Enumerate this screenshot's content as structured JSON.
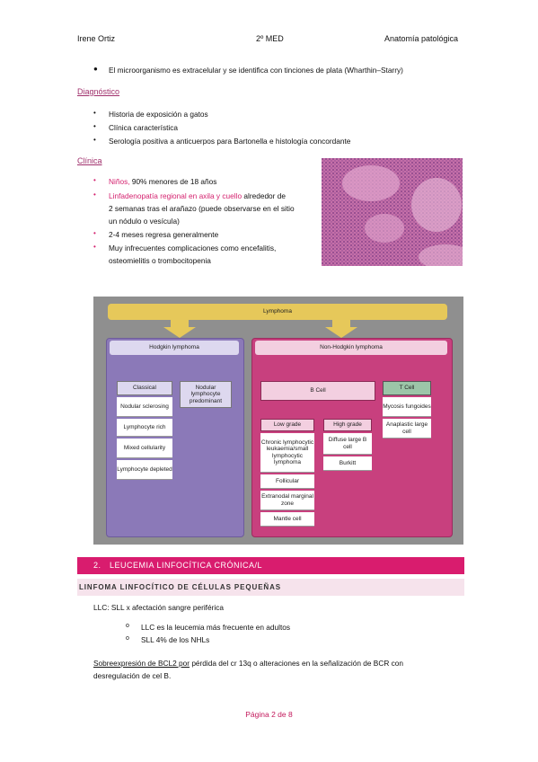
{
  "header": {
    "author": "Irene Ortiz",
    "course": "2º MED",
    "subject": "Anatomía patológica"
  },
  "intro_bullet": "El microorganismo es extracelular y se identifica con tinciones de plata (Wharthin–Starry)",
  "diagnostico": {
    "title": "Diagnóstico",
    "items": [
      "Historia de exposición a gatos",
      "Clínica característica",
      "Serología positiva a anticuerpos para Bartonella e histología concordante"
    ]
  },
  "clinica": {
    "title": "Clínica",
    "item1_pink": "Niños,",
    "item1_rest": " 90% menores de 18 años",
    "item2_pink": "Linfadenopatía regional en axila y cuello",
    "item2_rest_l1": " alrededor de",
    "item2_rest_l2": "2 semanas tras el arañazo (puede observarse en el sitio",
    "item2_rest_l3": "un nódulo o vesícula)",
    "item3": "2-4 meses regresa generalmente",
    "item4_l1": "Muy infrecuentes complicaciones como encefalitis,",
    "item4_l2": "osteomielitis o trombocitopenia"
  },
  "diagram": {
    "root": "Lymphoma",
    "hodgkin": "Hodgkin lymphoma",
    "non_hodgkin": "Non-Hodgkin lymphoma",
    "classical": "Classical",
    "classical_items": [
      "Nodular sclerosing",
      "Lymphocyte rich",
      "Mixed cellularity",
      "Lymphocyte depleted"
    ],
    "nodular": "Nodular lymphocyte predominant",
    "bcell": "B Cell",
    "tcell": "T Cell",
    "tcell_items": [
      "Mycosis fungoides",
      "Anaplastic large cell"
    ],
    "low_grade": "Low grade",
    "low_items": [
      "Chronic lymphocytic leukaemia/small lymphocytic lymphoma",
      "Follicular",
      "Extranodal marginal zone",
      "Mantle cell"
    ],
    "high_grade": "High grade",
    "high_items": [
      "Diffuse large B cell",
      "Burkitt"
    ],
    "colors": {
      "root": "#e6c85a",
      "hodgkin_bg": "#8b79b8",
      "nonhodgkin_bg": "#c8407e",
      "tcell_bg": "#9cc5a8"
    }
  },
  "section2": {
    "number": "2.",
    "title": "LEUCEMIA LINFOCÍTICA CRÓNICA/L"
  },
  "subsection": "LINFOMA LINFOCÍTICO DE CÉLULAS PEQUEÑAS",
  "llc_line": "LLC: SLL x afectación sangre periférica",
  "llc_items": [
    "LLC es la leucemia más frecuente en adultos",
    "SLL 4% de los NHLs"
  ],
  "bcl2": {
    "underlined": "Sobreexpresión de BCL2 por",
    "rest_l1": " pérdida del cr 13q o alteraciones en la señalización de BCR con",
    "rest_l2": "desregulación de cel B."
  },
  "footer": "Página 2 de 8"
}
